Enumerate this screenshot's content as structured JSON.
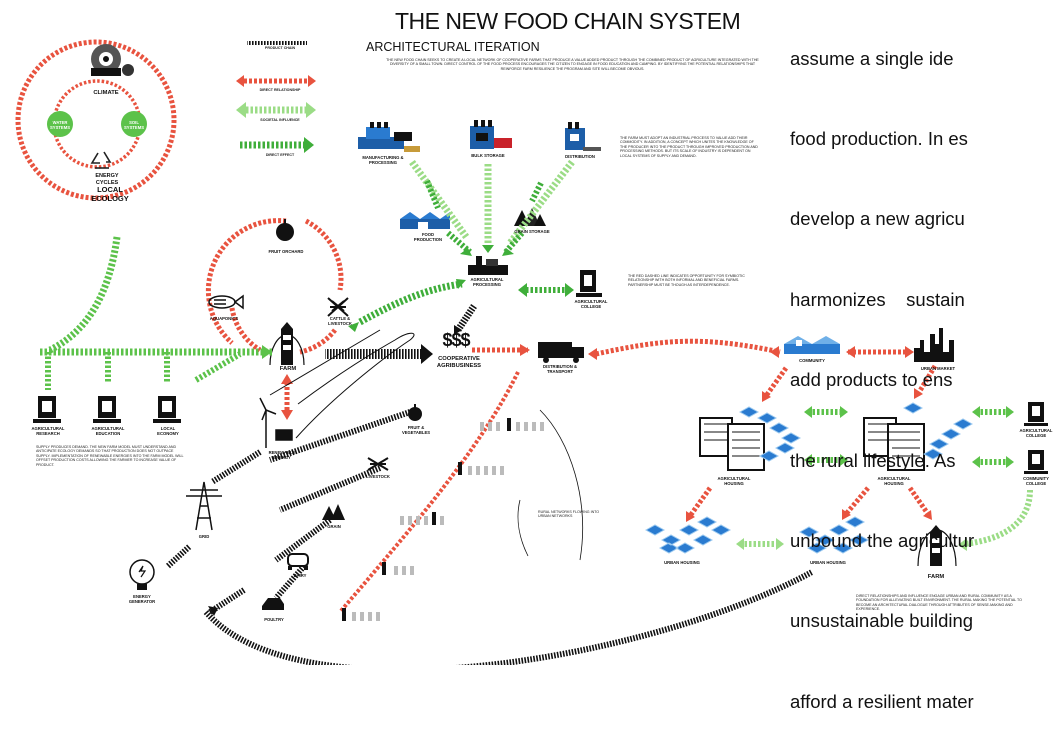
{
  "title": "THE NEW FOOD CHAIN SYSTEM",
  "subtitle": "ARCHITECTURAL ITERATION",
  "intro": "THE NEW FOOD CHAIN SEEKS TO CREATE A LOCAL NETWORK OF COOPERATIVE FARMS THAT PRODUCE A VALUE ADDED PRODUCT THROUGH THE COMBINED PRODUCT OF AGRICULTURE INTEGRATED WITH THE DIVERSITY OF A SMALL TOWN. DIRECT CONTROL OF THE FOOD PROCESS ENCOURAGES THE CITIZEN TO ENGAGE IN FOOD EDUCATION AND CAMPING. BY IDENTIFYING THE POTENTIAL RELATIONSHIPS THAT REINFORCE FARM RESILIENCE THE PROGRAM AND SITE WILL BECOME OBVIOUS.",
  "legend": {
    "product_chain": "PRODUCT CHAIN",
    "direct_relationship": "DIRECT RELATIONSHIP",
    "societal_influence": "SOCIETAL INFLUENCE",
    "direct_effect": "DIRECT EFFECT"
  },
  "colors": {
    "red": "#e8533f",
    "green": "#5cc24a",
    "black": "#111111",
    "blue": "#3a8fd6"
  },
  "ecology": {
    "climate": "CLIMATE",
    "energy_cycles": "ENERGY CYCLES",
    "local_ecology": "LOCAL ECOLOGY",
    "node_left": "WATER SYSTEMS",
    "node_right": "SOIL SYSTEMS"
  },
  "nodes": {
    "farm": "FARM",
    "farm_bottom": "FARM",
    "coop": "COOPERATIVE AGRIBUSINESS",
    "coop_symbol": "$$$",
    "aquaponics": "AQUAPONICS",
    "fruit_orchard": "FRUIT ORCHARD",
    "cattle": "CATTLE & LIVESTOCK",
    "processing": "AGRICULTURAL PROCESSING",
    "factory_left": "MANUFACTURING & PROCESSING",
    "factory_mid": "BULK STORAGE",
    "factory_right": "DISTRIBUTION",
    "warehouse": "FOOD PRODUCTION",
    "grain": "GRAIN STORAGE",
    "truck": "DISTRIBUTION & TRANSPORT",
    "community": "COMMUNITY",
    "urban": "URBAN MARKET",
    "housing_left": "AGRICULTURAL HOUSING",
    "housing_right": "AGRICULTURAL HOUSING",
    "energy": "RENEWABLE ENERGY",
    "grid": "GRID",
    "generator": "ENERGY GENERATOR",
    "apple_low": "FRUIT & VEGETABLES",
    "livestock_low": "LIVESTOCK",
    "grain_low": "GRAIN",
    "dairy": "DAIRY",
    "poultry": "POULTRY",
    "urban_left": "URBAN HOUSING",
    "urban_right": "URBAN HOUSING",
    "book1": "AGRICULTURAL RESEARCH",
    "book2": "AGRICULTURAL EDUCATION",
    "book3": "LOCAL ECONOMY",
    "book_mid": "AGRICULTURAL COLLEGE",
    "book_r1": "AGRICULTURAL COLLEGE",
    "book_r2": "COMMUNITY COLLEGE"
  },
  "notes": {
    "industrial": "THE FARM MUST ADOPT AN INDUSTRIAL PROCESS TO VALUE ADD THEIR COMMODITY. IN ADDITION, A CONCEPT WHICH UNITES THE KNOWLEDGE OF THE PRODUCER INTO THE PRODUCT THROUGH IMPROVED PRODUCTION AND PROCESSING METHODS. BUT ITS SCALE OF INDUSTRY IS DEPENDENT ON LOCAL SYSTEMS OF SUPPLY AND DEMAND.",
    "red_dashed": "THE RED DASHED LINE INDICATES OPPORTUNITY FOR SYMBIOTIC RELATIONSHIP WITH BOTH INFORMAL AND BENEFICIAL FARMS. PARTNERSHIP MUST BE THOUGH AS INTERDEPENDENCE.",
    "supply": "SUPPLY PRODUCES DEMAND. THE NEW FARM MODEL MUST UNDERSTAND AND ANTICIPATE ECOLOGY DEMANDS SO THAT PRODUCTION DOES NOT OUTPACE SUPPLY. IMPLEMENTATION OF RENEWABLE ENERGIES INTO THE FARM MODEL WILL OFFSET PRODUCTION COSTS ALLOWING THE FARMER TO INCREASE VALUE OF PRODUCT.",
    "rural": "RURAL NETWORKS FLOWING INTO URBAN NETWORKS",
    "direct": "DIRECT RELATIONSHIPS AND INFLUENCE ENGAGE URBAN AND RURAL COMMUNITY AS A FOUNDATION FOR ALLEVIATING BUILT ENVIRONMENT. THE RURAL MAKING THE POTENTIAL TO BECOME AN ARCHITECTURAL DIALOGUE THROUGH ATTRIBUTES OF SENSE-MAKING AND EXPERIENCE."
  },
  "essay": [
    "assume a single ide",
    "food production. In es",
    "develop a new agricu",
    "harmonizes    sustain",
    "add products to ens",
    "the rural lifestyle. As",
    "unbound the agricultur",
    "unsustainable building",
    "afford a resilient mater"
  ]
}
